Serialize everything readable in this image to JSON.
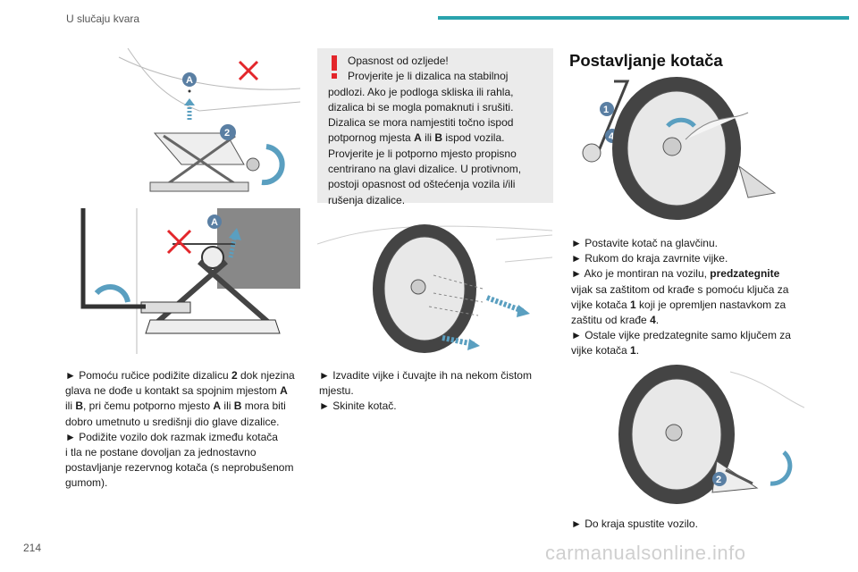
{
  "header": {
    "section_title": "U slučaju kvara"
  },
  "footer": {
    "page_number": "214",
    "watermark": "carmanualsonline.info"
  },
  "colors": {
    "accent": "#2aa3ad",
    "callout": "#5a7fa3",
    "warning_red": "#e3262b",
    "panel_grey": "#ebebeb"
  },
  "figures": {
    "fig1": {
      "callouts": [
        "A",
        "2"
      ]
    },
    "fig2": {
      "callouts": [
        "A"
      ]
    },
    "fig3": {
      "callouts": [
        "1",
        "4"
      ]
    },
    "fig4": {
      "callouts": [
        "2"
      ]
    }
  },
  "left_column": {
    "lines": [
      "► Pomoću ručice podižite dizalicu 2 dok njezina",
      "glava ne dođe u kontakt sa spojnim mjestom A",
      "ili B, pri čemu potporno mjesto A ili B mora biti",
      "dobro umetnuto u središnji dio glave dizalice.",
      "► Podižite vozilo dok razmak između kotača",
      "i tla ne postane dovoljan za jednostavno",
      "postavljanje rezervnog kotača (s neprobušenom",
      "gumom)."
    ]
  },
  "warning": {
    "lines": [
      "Opasnost od ozljede!",
      "Provjerite je li dizalica na stabilnoj",
      "podlozi. Ako je podloga skliska ili rahla,",
      "dizalica bi se mogla pomaknuti i srušiti.",
      "Dizalica se mora namjestiti točno ispod",
      "potpornog mjesta A ili B ispod vozila.",
      "Provjerite je li potporno mjesto propisno",
      "centrirano na glavi dizalice. U protivnom,",
      "postoji opasnost od oštećenja vozila i/ili",
      "rušenja dizalice."
    ]
  },
  "middle_column": {
    "lines": [
      "► Izvadite vijke i čuvajte ih na nekom čistom",
      "mjestu.",
      "► Skinite kotač."
    ]
  },
  "right_column": {
    "title": "Postavljanje kotača",
    "lines_top": [
      "► Postavite kotač na glavčinu.",
      "► Rukom do kraja zavrnite vijke.",
      "► Ako je montiran na vozilu, predzategnite",
      "vijak sa zaštitom od krađe s pomoću ključa za",
      "vijke kotača 1 koji je opremljen nastavkom za",
      "zaštitu od krađe 4.",
      "► Ostale vijke predzategnite samo ključem za",
      "vijke kotača 1."
    ],
    "lines_bottom": [
      "► Do kraja spustite vozilo."
    ]
  }
}
